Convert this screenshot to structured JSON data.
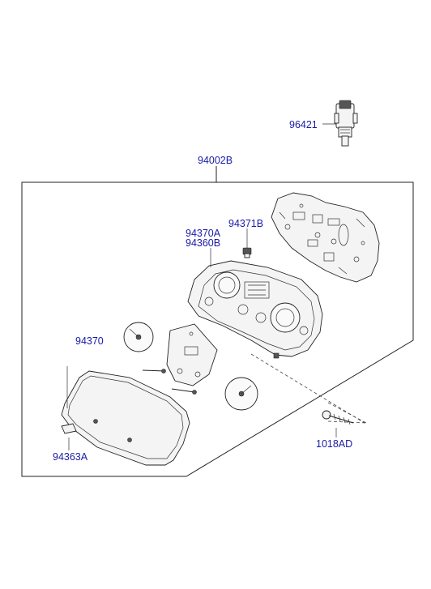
{
  "parts": {
    "p96421": "96421",
    "p94002B": "94002B",
    "p94371B": "94371B",
    "p94370A": "94370A",
    "p94360B": "94360B",
    "p94370": "94370",
    "p94363A": "94363A",
    "p1018AD": "1018AD"
  },
  "colors": {
    "label": "#1a1aa8",
    "line": "#222222"
  }
}
